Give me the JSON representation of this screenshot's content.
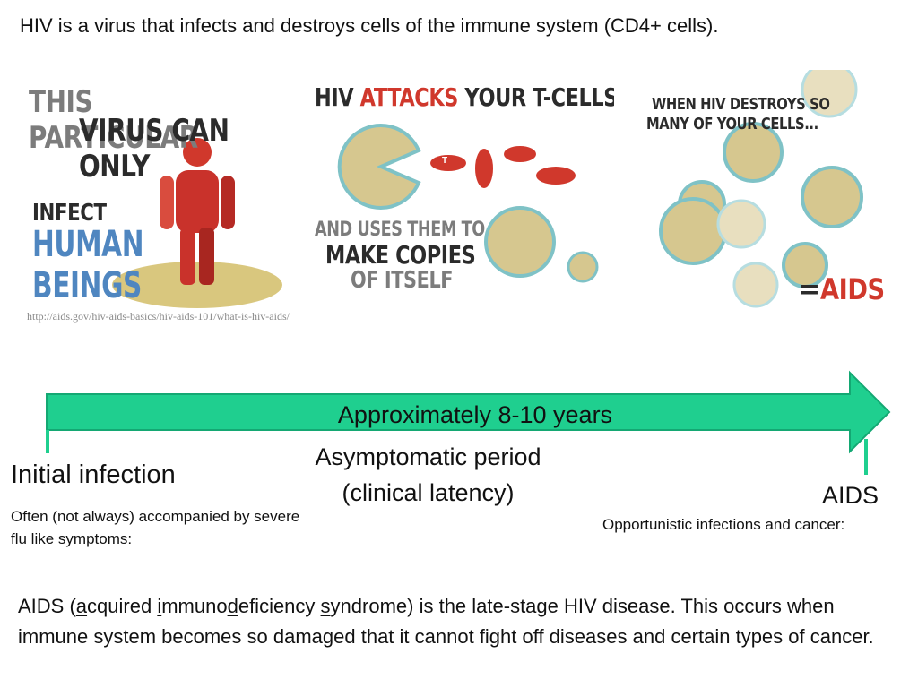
{
  "header": {
    "title": "HIV is a virus that infects and destroys cells of the immune system (CD4+ cells)."
  },
  "panels": {
    "panel1": {
      "line1": "THIS PARTICULAR",
      "line2": "VIRUS CAN ONLY",
      "line3": "INFECT",
      "line4": "HUMAN BEINGS"
    },
    "panel2": {
      "hiv": "HIV",
      "attacks": "ATTACKS",
      "tcells": "YOUR T-CELLS",
      "uses": "AND USES THEM TO",
      "make": "MAKE COPIES",
      "itself": "OF ITSELF",
      "t_label": "T"
    },
    "panel3": {
      "line1": "WHEN HIV DESTROYS SO",
      "line2": "MANY OF YOUR CELLS...",
      "equals": "=",
      "aids": "AIDS"
    }
  },
  "source_url": "http://aids.gov/hiv-aids-basics/hiv-aids-101/what-is-hiv-aids/",
  "timeline": {
    "duration_label": "Approximately 8-10 years",
    "middle_line1": "Asymptomatic period",
    "middle_line2": "(clinical latency)",
    "start_label": "Initial infection",
    "start_note": "Often (not always) accompanied by severe flu like symptoms:",
    "end_label": "AIDS",
    "end_note": "Opportunistic infections and cancer:",
    "arrow_color": "#1fcf8f"
  },
  "definition": {
    "part1": "AIDS (",
    "a": "a",
    "part2": "cquired ",
    "i": "i",
    "part3": "mmuno",
    "d": "d",
    "part4": "eficiency ",
    "s": "s",
    "part5": "yndrome) is the late-stage HIV disease. This occurs when immune system becomes so damaged that it cannot fight off diseases and certain types of cancer."
  }
}
